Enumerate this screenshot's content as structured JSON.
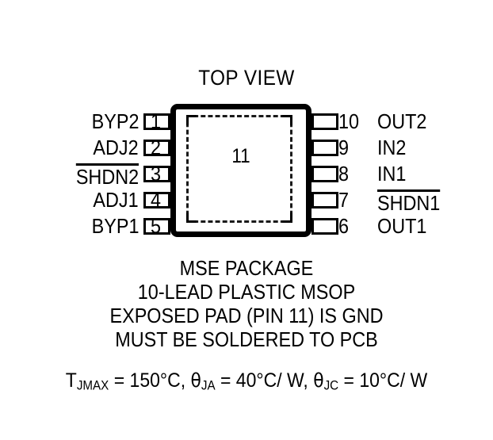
{
  "diagram": {
    "title": "TOP VIEW",
    "exposed_pad_number": "11",
    "pins_left": [
      {
        "number": "1",
        "name": "BYP2",
        "overbar": false
      },
      {
        "number": "2",
        "name": "ADJ2",
        "overbar": false
      },
      {
        "number": "3",
        "name": "SHDN2",
        "overbar": true
      },
      {
        "number": "4",
        "name": "ADJ1",
        "overbar": false
      },
      {
        "number": "5",
        "name": "BYP1",
        "overbar": false
      }
    ],
    "pins_right": [
      {
        "number": "10",
        "name": "OUT2",
        "overbar": false
      },
      {
        "number": "9",
        "name": "IN2",
        "overbar": false
      },
      {
        "number": "8",
        "name": "IN1",
        "overbar": false
      },
      {
        "number": "7",
        "name": "SHDN1",
        "overbar": true
      },
      {
        "number": "6",
        "name": "OUT1",
        "overbar": false
      }
    ],
    "caption_lines": [
      "MSE PACKAGE",
      "10-LEAD PLASTIC MSOP",
      "EXPOSED PAD (PIN 11) IS GND",
      "MUST BE SOLDERED TO PCB"
    ],
    "thermal": {
      "tj_label": "T",
      "tj_sub": "JMAX",
      "tj_value": " = 150°C, ",
      "theta_ja_symbol": "θ",
      "theta_ja_sub": "JA",
      "theta_ja_value": " = 40°C/ W, ",
      "theta_jc_symbol": "θ",
      "theta_jc_sub": "JC",
      "theta_jc_value": " = 10°C/ W"
    }
  },
  "colors": {
    "ink": "#000000",
    "background": "#ffffff"
  }
}
